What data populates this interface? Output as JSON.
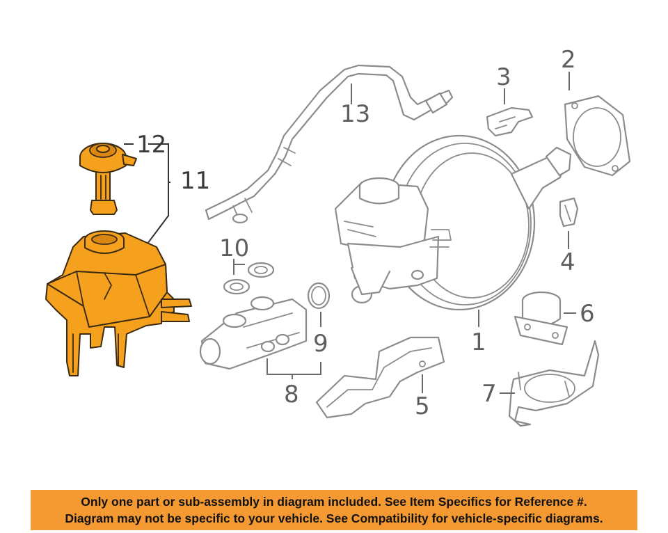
{
  "callouts": {
    "c1": "1",
    "c2": "2",
    "c3": "3",
    "c4": "4",
    "c5": "5",
    "c6": "6",
    "c7": "7",
    "c8": "8",
    "c9": "9",
    "c10": "10",
    "c11": "11",
    "c12": "12",
    "c13": "13"
  },
  "highlighted_parts": [
    "11",
    "12"
  ],
  "colors": {
    "highlight": "#f5a11e",
    "banner": "#f59a32",
    "line": "#8c8c8c"
  },
  "disclaimer": {
    "line1": "Only one part or sub-assembly in diagram included. See Item Specifics for Reference #.",
    "line2": "Diagram may not be specific to your vehicle. See Compatibility for vehicle-specific diagrams."
  }
}
